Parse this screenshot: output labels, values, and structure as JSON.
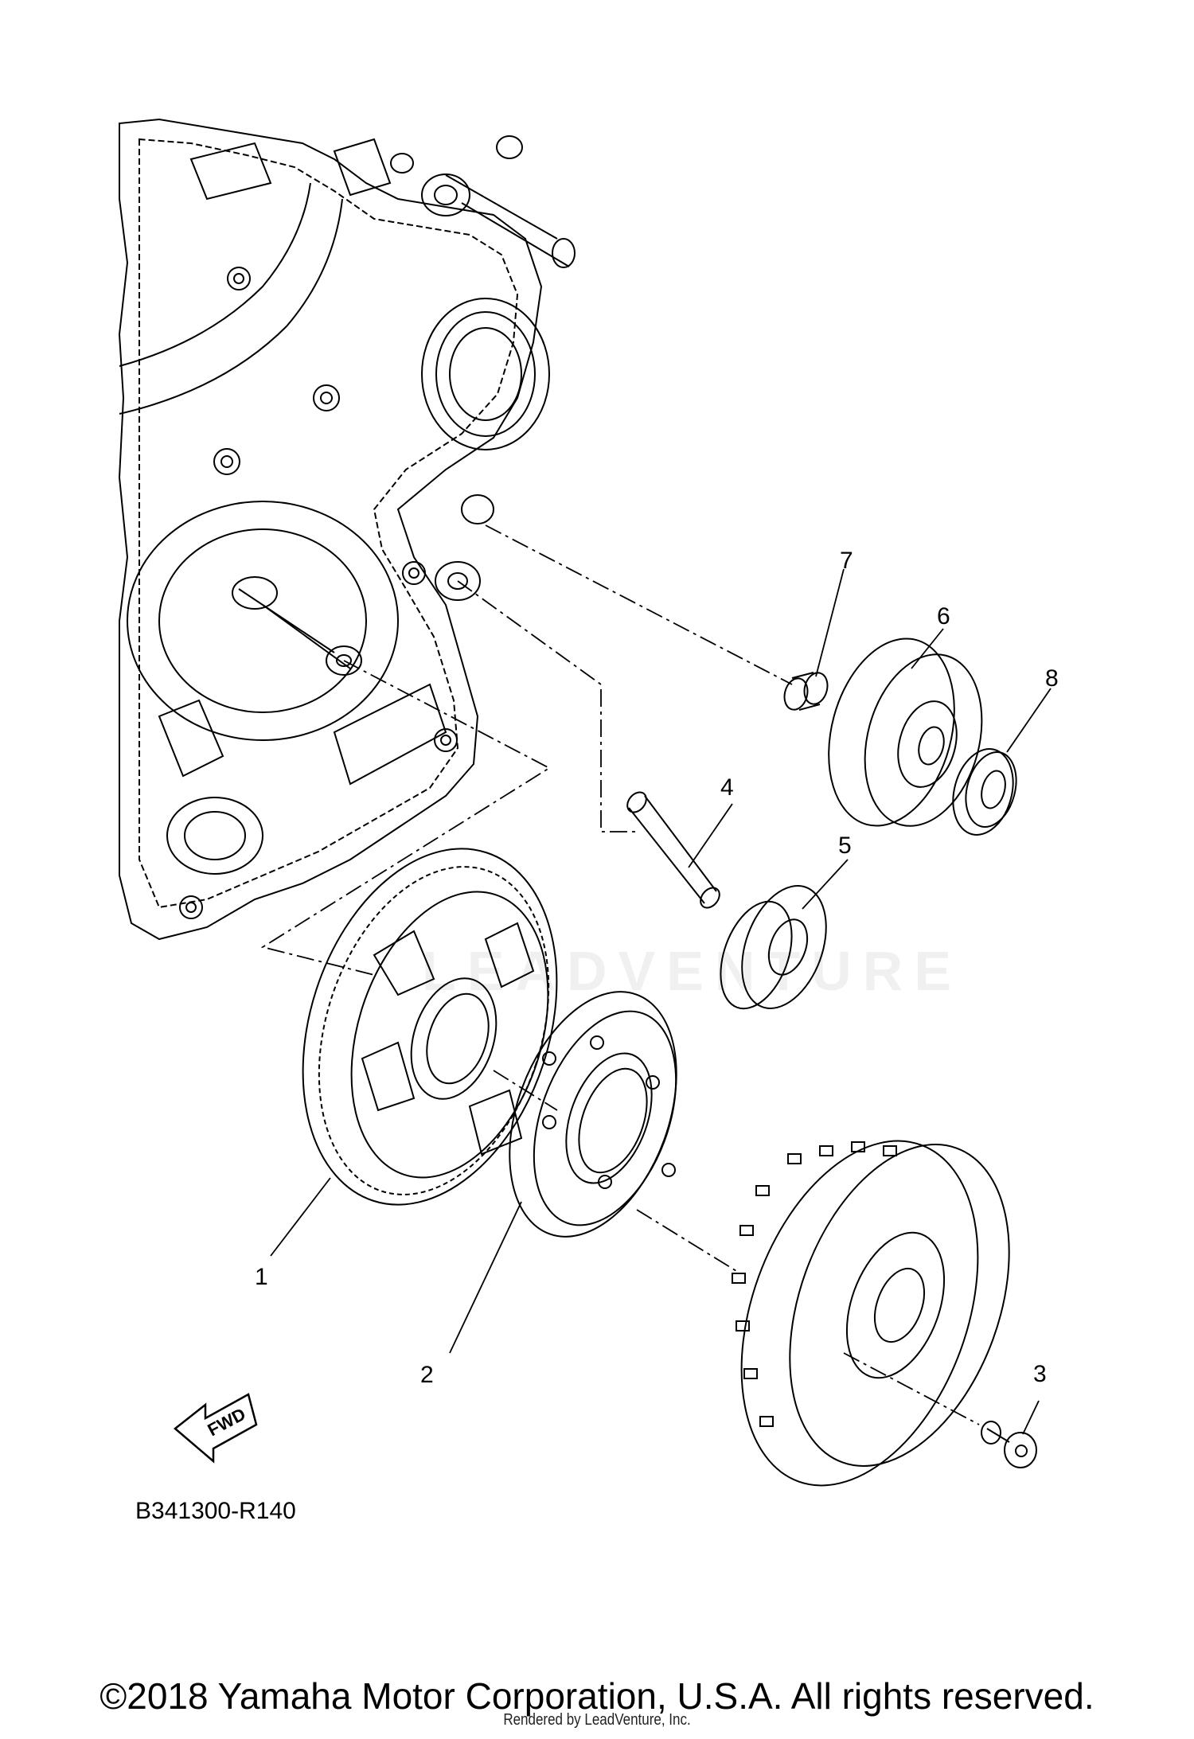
{
  "callouts": [
    {
      "id": "1",
      "label": "1"
    },
    {
      "id": "2",
      "label": "2"
    },
    {
      "id": "3",
      "label": "3"
    },
    {
      "id": "4",
      "label": "4"
    },
    {
      "id": "5",
      "label": "5"
    },
    {
      "id": "6",
      "label": "6"
    },
    {
      "id": "7",
      "label": "7"
    },
    {
      "id": "8",
      "label": "8"
    }
  ],
  "fwd_label": "FWD",
  "part_code": "B341300-R140",
  "watermark": "LEADVENTURE",
  "copyright": "©2018 Yamaha Motor Corporation, U.S.A. All rights reserved.",
  "rendered_by": "Rendered by LeadVenture, Inc."
}
